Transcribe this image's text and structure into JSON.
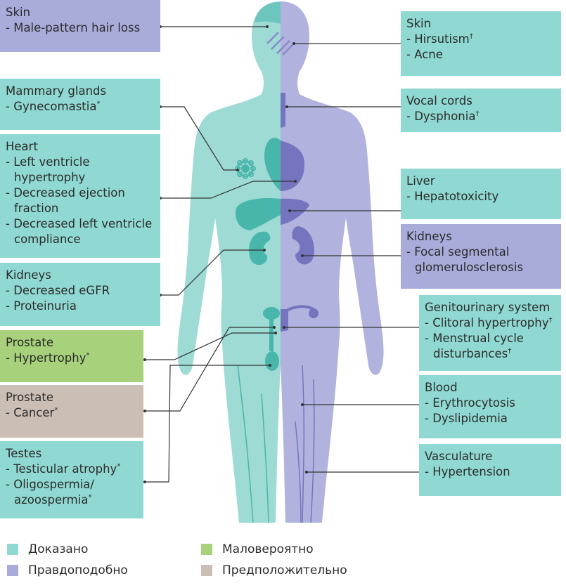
{
  "colors": {
    "proven": "#8fd9d2",
    "plausible": "#a9abdb",
    "unlikely": "#a7d17a",
    "presumed": "#cbbfb5",
    "leader": "#333333",
    "body_male": "#9ddbd4",
    "body_female": "#b1b3de",
    "organ_male": "#49b6ac",
    "organ_female": "#7574bf"
  },
  "legend": [
    {
      "key": "proven",
      "label": "Доказано"
    },
    {
      "key": "plausible",
      "label": "Правдоподобно"
    },
    {
      "key": "unlikely",
      "label": "Маловероятно"
    },
    {
      "key": "presumed",
      "label": "Предположительнo"
    }
  ],
  "left_boxes": [
    {
      "id": "skin-left",
      "title": "Skin",
      "category": "plausible",
      "items": [
        {
          "text": "Male-pattern hair loss",
          "mark": ""
        }
      ]
    },
    {
      "id": "mammary",
      "title": "Mammary glands",
      "category": "proven",
      "items": [
        {
          "text": "Gynecomastia",
          "mark": "*"
        }
      ]
    },
    {
      "id": "heart",
      "title": "Heart",
      "category": "proven",
      "items": [
        {
          "text": "Left ventricle",
          "cont": "hypertrophy",
          "mark": ""
        },
        {
          "text": "Decreased ejection",
          "cont": "fraction",
          "mark": ""
        },
        {
          "text": "Decreased left ventricle",
          "cont": "compliance",
          "mark": ""
        }
      ]
    },
    {
      "id": "kidneys-left",
      "title": "Kidneys",
      "category": "proven",
      "items": [
        {
          "text": "Decreased eGFR",
          "mark": ""
        },
        {
          "text": "Proteinuria",
          "mark": ""
        }
      ]
    },
    {
      "id": "prostate-hyper",
      "title": "Prostate",
      "category": "unlikely",
      "items": [
        {
          "text": "Hypertrophy",
          "mark": "*"
        }
      ]
    },
    {
      "id": "prostate-cancer",
      "title": "Prostate",
      "category": "presumed",
      "items": [
        {
          "text": "Cancer",
          "mark": "*"
        }
      ]
    },
    {
      "id": "testes",
      "title": "Testes",
      "category": "proven",
      "items": [
        {
          "text": "Testicular atrophy",
          "mark": "*"
        },
        {
          "text": "Oligospermia/",
          "cont": "azoospermia",
          "mark": "*"
        }
      ]
    }
  ],
  "right_boxes": [
    {
      "id": "skin-right",
      "title": "Skin",
      "category": "proven",
      "items": [
        {
          "text": "Hirsutism",
          "mark": "†"
        },
        {
          "text": "Acne",
          "mark": ""
        }
      ]
    },
    {
      "id": "vocal",
      "title": "Vocal cords",
      "category": "proven",
      "items": [
        {
          "text": "Dysphonia",
          "mark": "†"
        }
      ]
    },
    {
      "id": "liver",
      "title": "Liver",
      "category": "proven",
      "items": [
        {
          "text": "Hepatotoxicity",
          "mark": ""
        }
      ]
    },
    {
      "id": "kidneys-right",
      "title": "Kidneys",
      "category": "plausible",
      "items": [
        {
          "text": "Focal segmental",
          "cont": "glomerulosclerosis",
          "mark": ""
        }
      ]
    },
    {
      "id": "genito",
      "title": "Genitourinary system",
      "category": "proven",
      "items": [
        {
          "text": "Clitoral hypertrophy",
          "mark": "†"
        },
        {
          "text": "Menstrual cycle",
          "cont": "disturbances",
          "mark": "†"
        }
      ]
    },
    {
      "id": "blood",
      "title": "Blood",
      "category": "proven",
      "items": [
        {
          "text": "Erythrocytosis",
          "mark": ""
        },
        {
          "text": "Dyslipidemia",
          "mark": ""
        }
      ]
    },
    {
      "id": "vasculature",
      "title": "Vasculature",
      "category": "proven",
      "items": [
        {
          "text": "Hypertension",
          "mark": ""
        }
      ]
    }
  ]
}
